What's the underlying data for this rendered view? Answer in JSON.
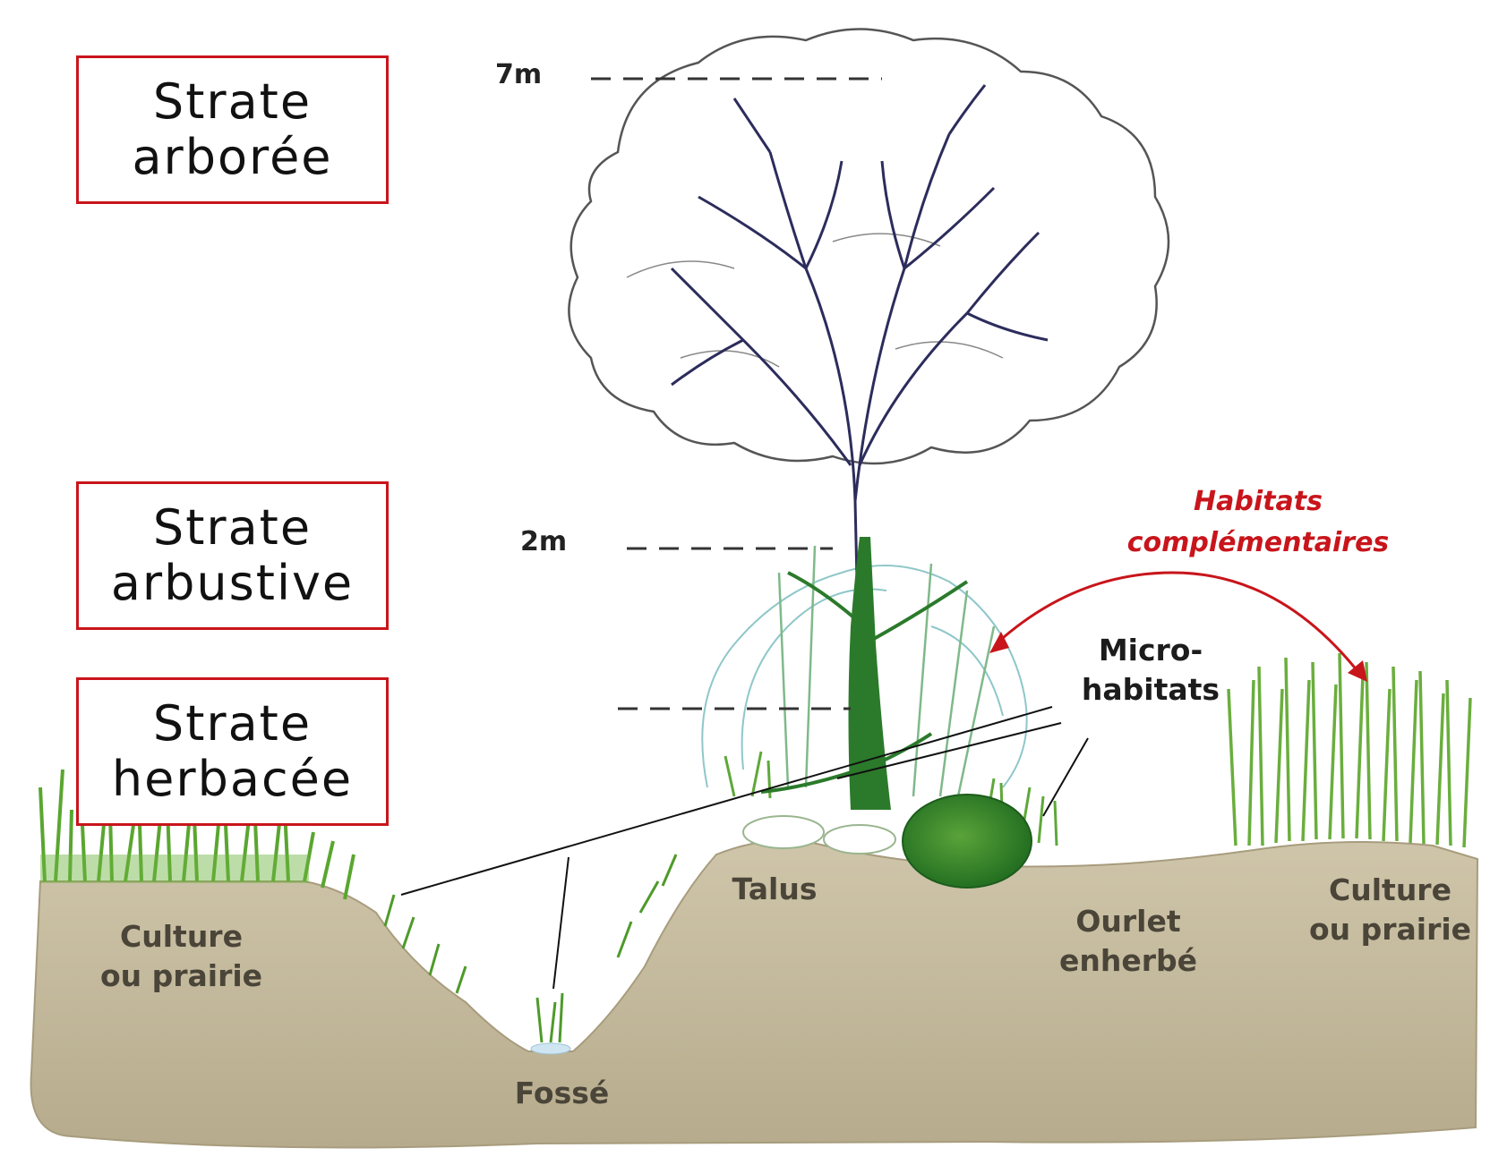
{
  "strates": [
    {
      "line1": "Strate",
      "line2": "arborée"
    },
    {
      "line1": "Strate",
      "line2": "arbustive"
    },
    {
      "line1": "Strate",
      "line2": "herbacée"
    }
  ],
  "heights": {
    "top": "7m",
    "middle": "2m"
  },
  "habitats": {
    "line1": "Habitats",
    "line2": "complémentaires"
  },
  "micro": {
    "line1": "Micro-",
    "line2": "habitats"
  },
  "ground": {
    "culture_left": {
      "line1": "Culture",
      "line2": "ou prairie"
    },
    "fosse": "Fossé",
    "talus": "Talus",
    "ourlet": {
      "line1": "Ourlet",
      "line2": "enherbé"
    },
    "culture_right": {
      "line1": "Culture",
      "line2": "ou prairie"
    }
  },
  "colors": {
    "accent_red": "#c8151b",
    "soil": "#c4b99c",
    "grass": "#4e9a2a",
    "trunk": "#2b7a2b",
    "branches": "#2c2c5c"
  }
}
